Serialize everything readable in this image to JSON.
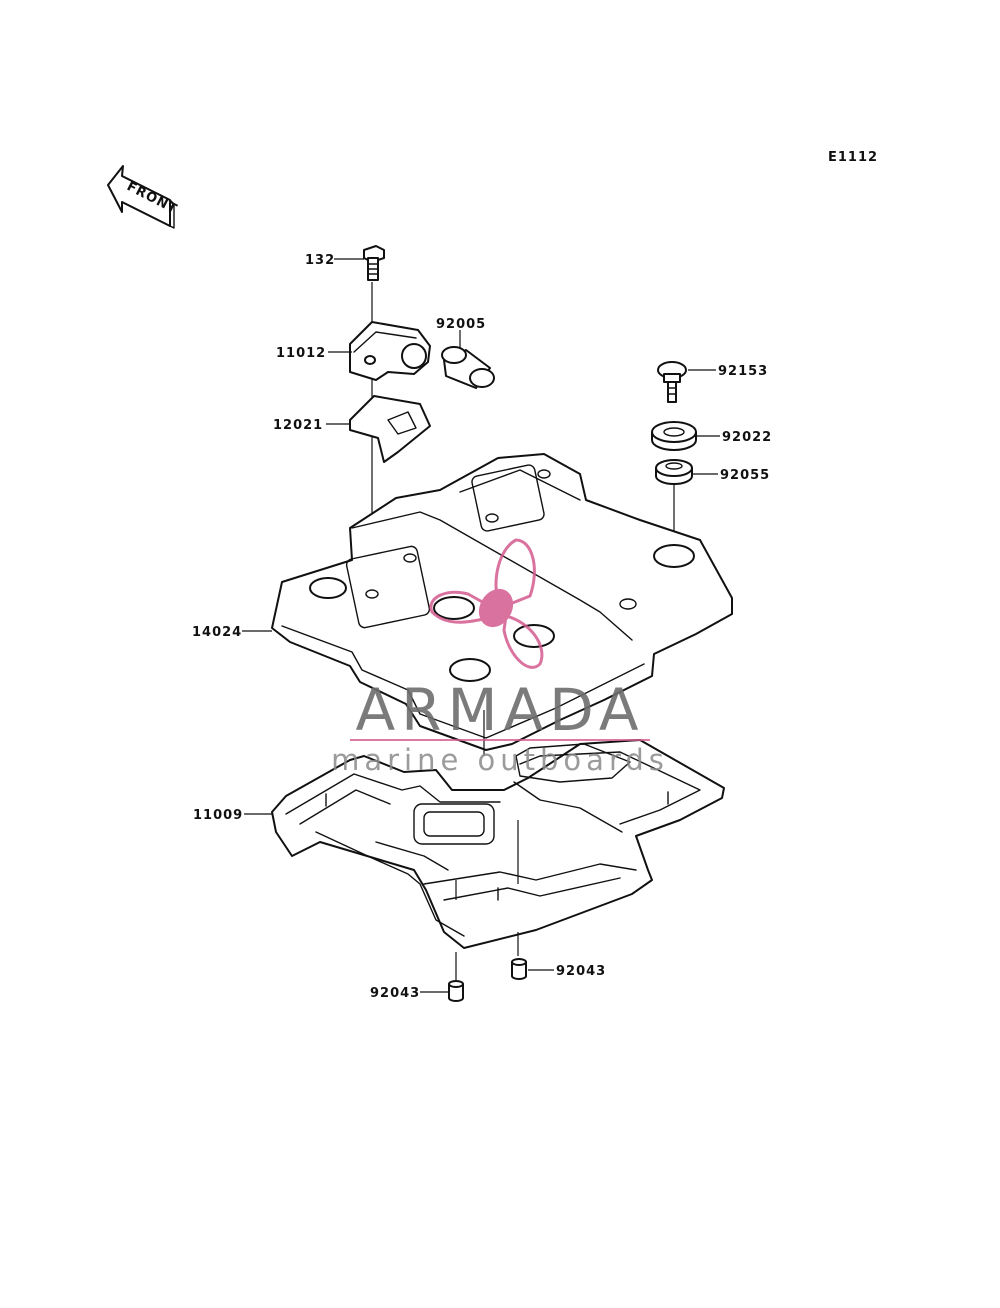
{
  "diagram_code": "E1112",
  "front_arrow_label": "FRONT",
  "parts": {
    "p132": "132",
    "p11012": "11012",
    "p92005": "92005",
    "p12021": "12021",
    "p92153": "92153",
    "p92022": "92022",
    "p92055": "92055",
    "p14024": "14024",
    "p11009": "11009",
    "p92043_left": "92043",
    "p92043_right": "92043"
  },
  "watermark": {
    "title": "ARMADA",
    "subtitle": "marine outboards",
    "title_color": "#6d6d6d",
    "logo_color": "#d45a8f"
  }
}
